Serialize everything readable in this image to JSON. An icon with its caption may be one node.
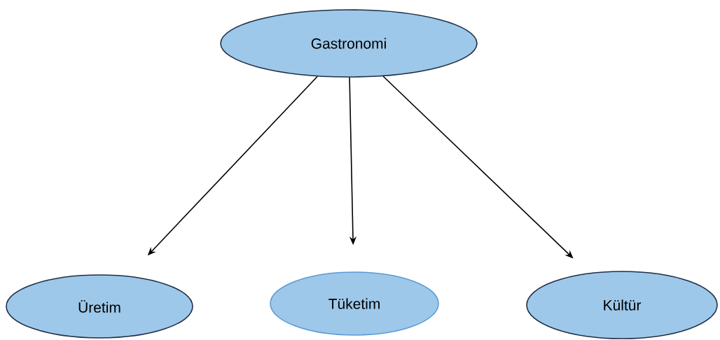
{
  "diagram": {
    "nodes": [
      {
        "text": [
          "Gastronomi"
        ]
      },
      {
        "text": [
          "Üretim"
        ]
      },
      {
        "text": [
          "Tüketim"
        ]
      },
      {
        "text": [
          "Kültür"
        ]
      }
    ],
    "edges": [
      {
        "from": 0,
        "to": 1,
        "arrow": "to"
      },
      {
        "from": 0,
        "to": 2,
        "arrow": "to"
      },
      {
        "from": 0,
        "to": 3,
        "arrow": "to"
      }
    ]
  }
}
